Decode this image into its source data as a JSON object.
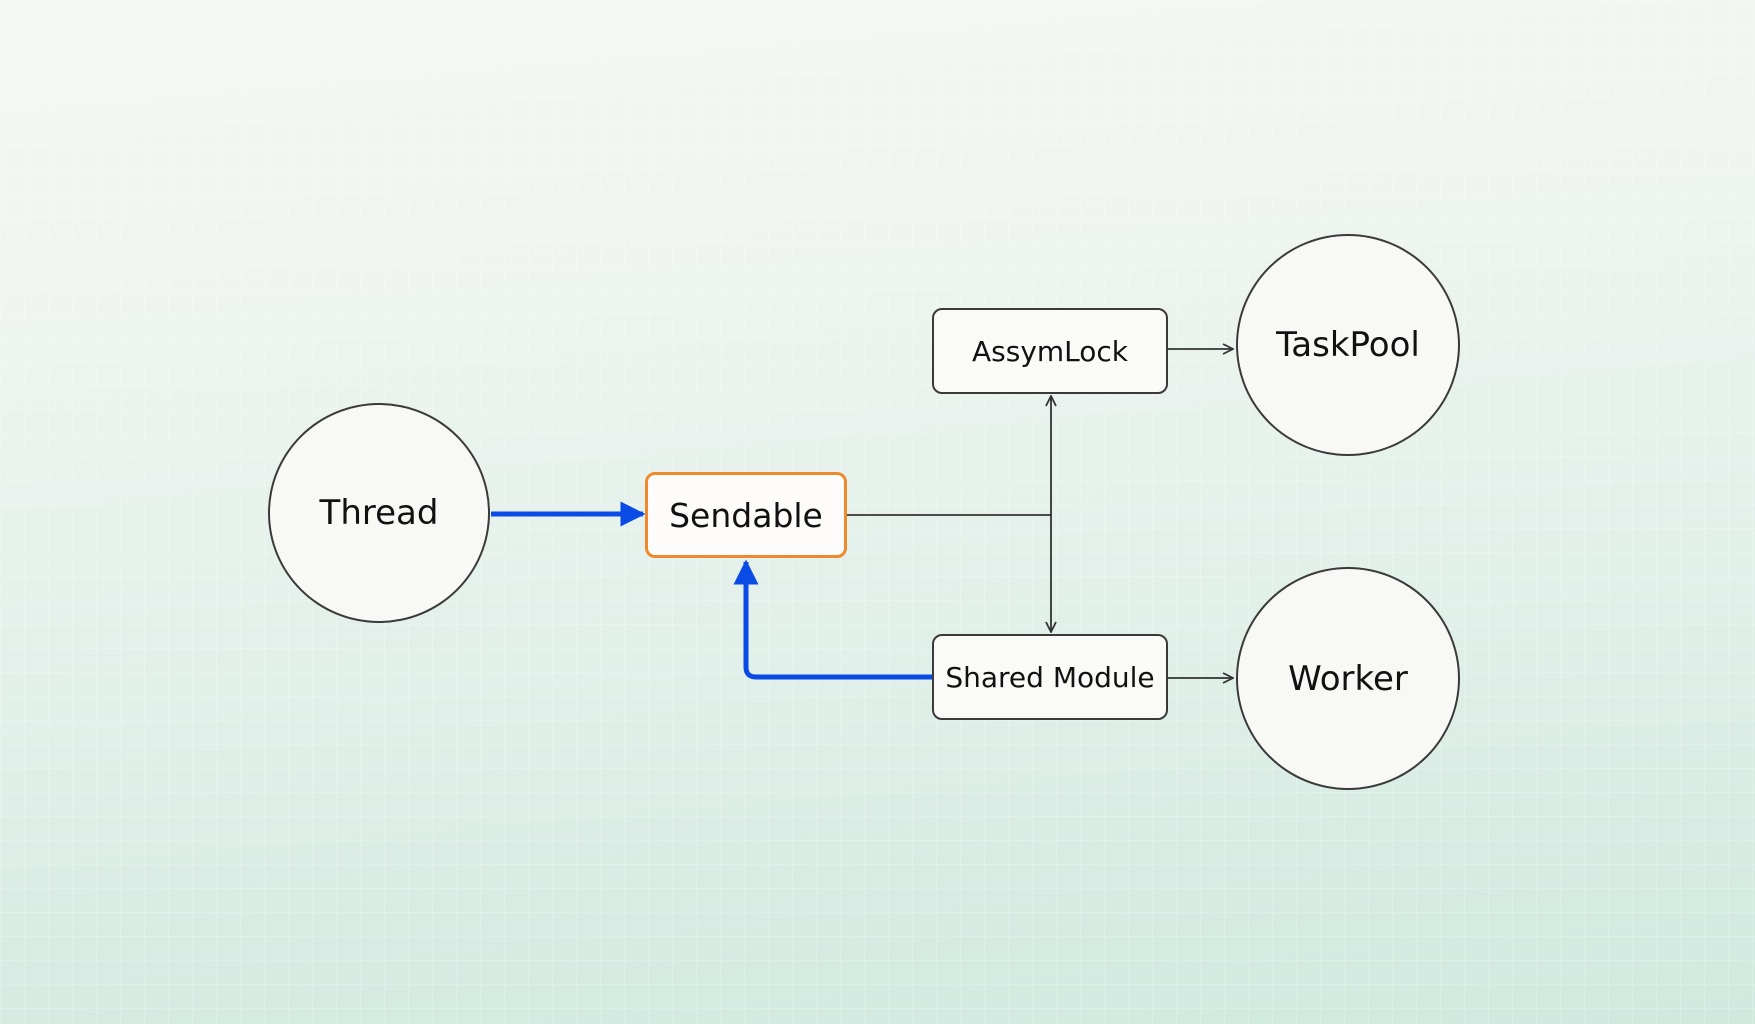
{
  "diagram": {
    "nodes": [
      {
        "id": "thread",
        "label": "Thread",
        "shape": "circle"
      },
      {
        "id": "sendable",
        "label": "Sendable",
        "shape": "box",
        "highlighted": true
      },
      {
        "id": "assymlock",
        "label": "AssymLock",
        "shape": "box"
      },
      {
        "id": "shared",
        "label": "Shared Module",
        "shape": "box"
      },
      {
        "id": "taskpool",
        "label": "TaskPool",
        "shape": "circle"
      },
      {
        "id": "worker",
        "label": "Worker",
        "shape": "circle"
      }
    ],
    "edges": [
      {
        "from": "thread",
        "to": "sendable",
        "style": "blue-thick"
      },
      {
        "from": "shared",
        "to": "sendable",
        "style": "blue-thick"
      },
      {
        "from": "sendable",
        "to": "assymlock",
        "style": "thin"
      },
      {
        "from": "sendable",
        "to": "shared",
        "style": "thin"
      },
      {
        "from": "assymlock",
        "to": "taskpool",
        "style": "thin"
      },
      {
        "from": "shared",
        "to": "worker",
        "style": "thin"
      }
    ]
  },
  "colors": {
    "highlight_border": "#ee8a2c",
    "blue_edge": "#0a4be6",
    "thin_edge": "#333333",
    "node_border": "#3a3a3a"
  }
}
